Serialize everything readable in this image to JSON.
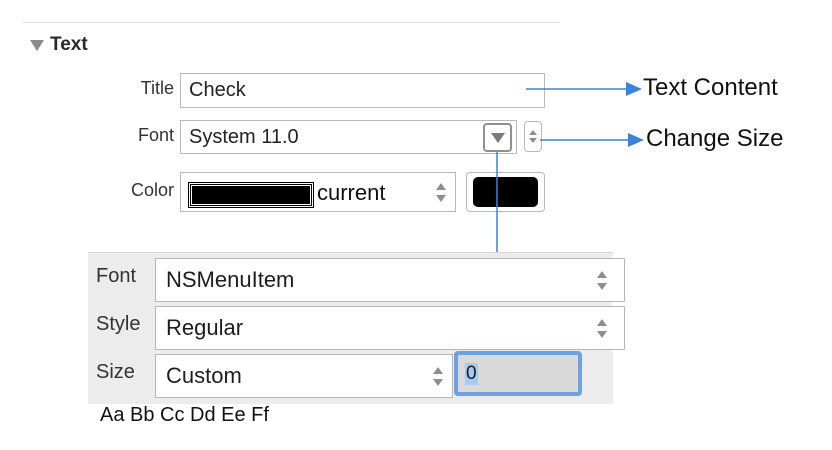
{
  "section": {
    "title": "Text",
    "expand_icon": "disclosure-triangle-down"
  },
  "text_attributes": {
    "title_label": "Title",
    "title_value": "Check",
    "font_label": "Font",
    "font_value": "System  11.0",
    "color_label": "Color",
    "color_value": "current",
    "color_swatch": "#000000"
  },
  "annotations": {
    "text_content": "Text Content",
    "change_size": "Change Size",
    "arrow_color": "#3b82d9"
  },
  "font_panel": {
    "font_label": "Font",
    "font_value": "NSMenuItem",
    "style_label": "Style",
    "style_value": "Regular",
    "size_label": "Size",
    "size_value": "Custom",
    "size_input": "0",
    "sample_text": "Aa Bb Cc Dd Ee Ff"
  }
}
